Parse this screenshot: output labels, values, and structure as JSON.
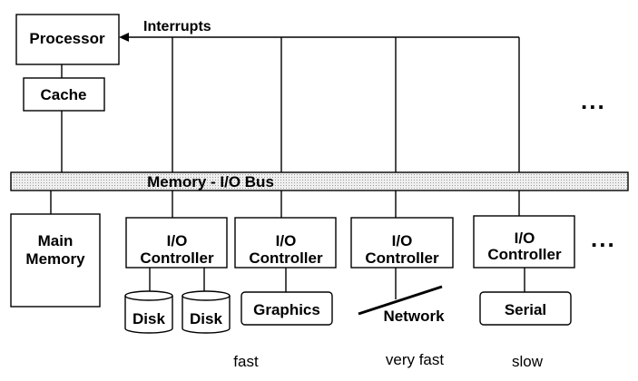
{
  "processor": "Processor",
  "cache": "Cache",
  "interrupts": "Interrupts",
  "bus": "Memory - I/O Bus",
  "main_memory": [
    "Main",
    "Memory"
  ],
  "io_controller": [
    "I/O",
    "Controller"
  ],
  "devices": {
    "disk": "Disk",
    "graphics": "Graphics",
    "network": "Network",
    "serial": "Serial"
  },
  "speeds": {
    "fast": "fast",
    "very_fast": "very fast",
    "slow": "slow"
  },
  "ellipsis": "...",
  "colors": {
    "bus_fill": "#e4e4e4",
    "line": "#000000"
  }
}
